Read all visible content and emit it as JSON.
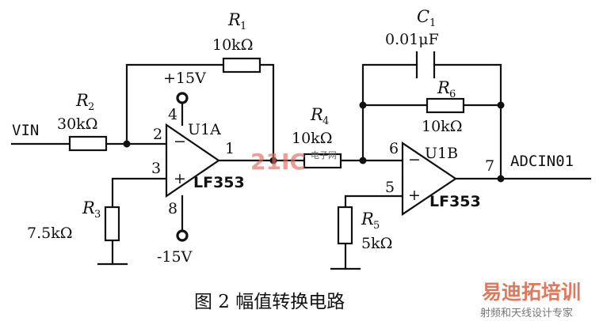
{
  "input": "VIN",
  "output": "ADCIN01",
  "r1": {
    "name": "R",
    "num": "1",
    "value": "10kΩ"
  },
  "r2": {
    "name": "R",
    "num": "2",
    "value": "30kΩ"
  },
  "r3": {
    "name": "R",
    "num": "3",
    "value": "7.5kΩ"
  },
  "r4": {
    "name": "R",
    "num": "4",
    "value": "10kΩ"
  },
  "r5": {
    "name": "R",
    "num": "5",
    "value": "5kΩ"
  },
  "r6": {
    "name": "R",
    "num": "6",
    "value": "10kΩ"
  },
  "c1": {
    "name": "C",
    "num": "1",
    "value": "0.01μF"
  },
  "u1a": {
    "label": "U1A",
    "part": "LF353",
    "minus": "−",
    "plus": "+",
    "pin_minus": "2",
    "pin_plus": "3",
    "pin_out": "1",
    "pin_vpos": "4",
    "pin_vneg": "8"
  },
  "u1b": {
    "label": "U1B",
    "part": "LF353",
    "minus": "−",
    "plus": "+",
    "pin_minus": "6",
    "pin_plus": "5",
    "pin_out": "7"
  },
  "supply": {
    "positive": "+15V",
    "negative": "-15V"
  },
  "caption": "图 2   幅值转换电路",
  "watermark": {
    "center_logo": "21IC",
    "center_sub": "电子网",
    "brand": "易迪拓培训",
    "brand_sub": "射频和天线设计专家"
  }
}
